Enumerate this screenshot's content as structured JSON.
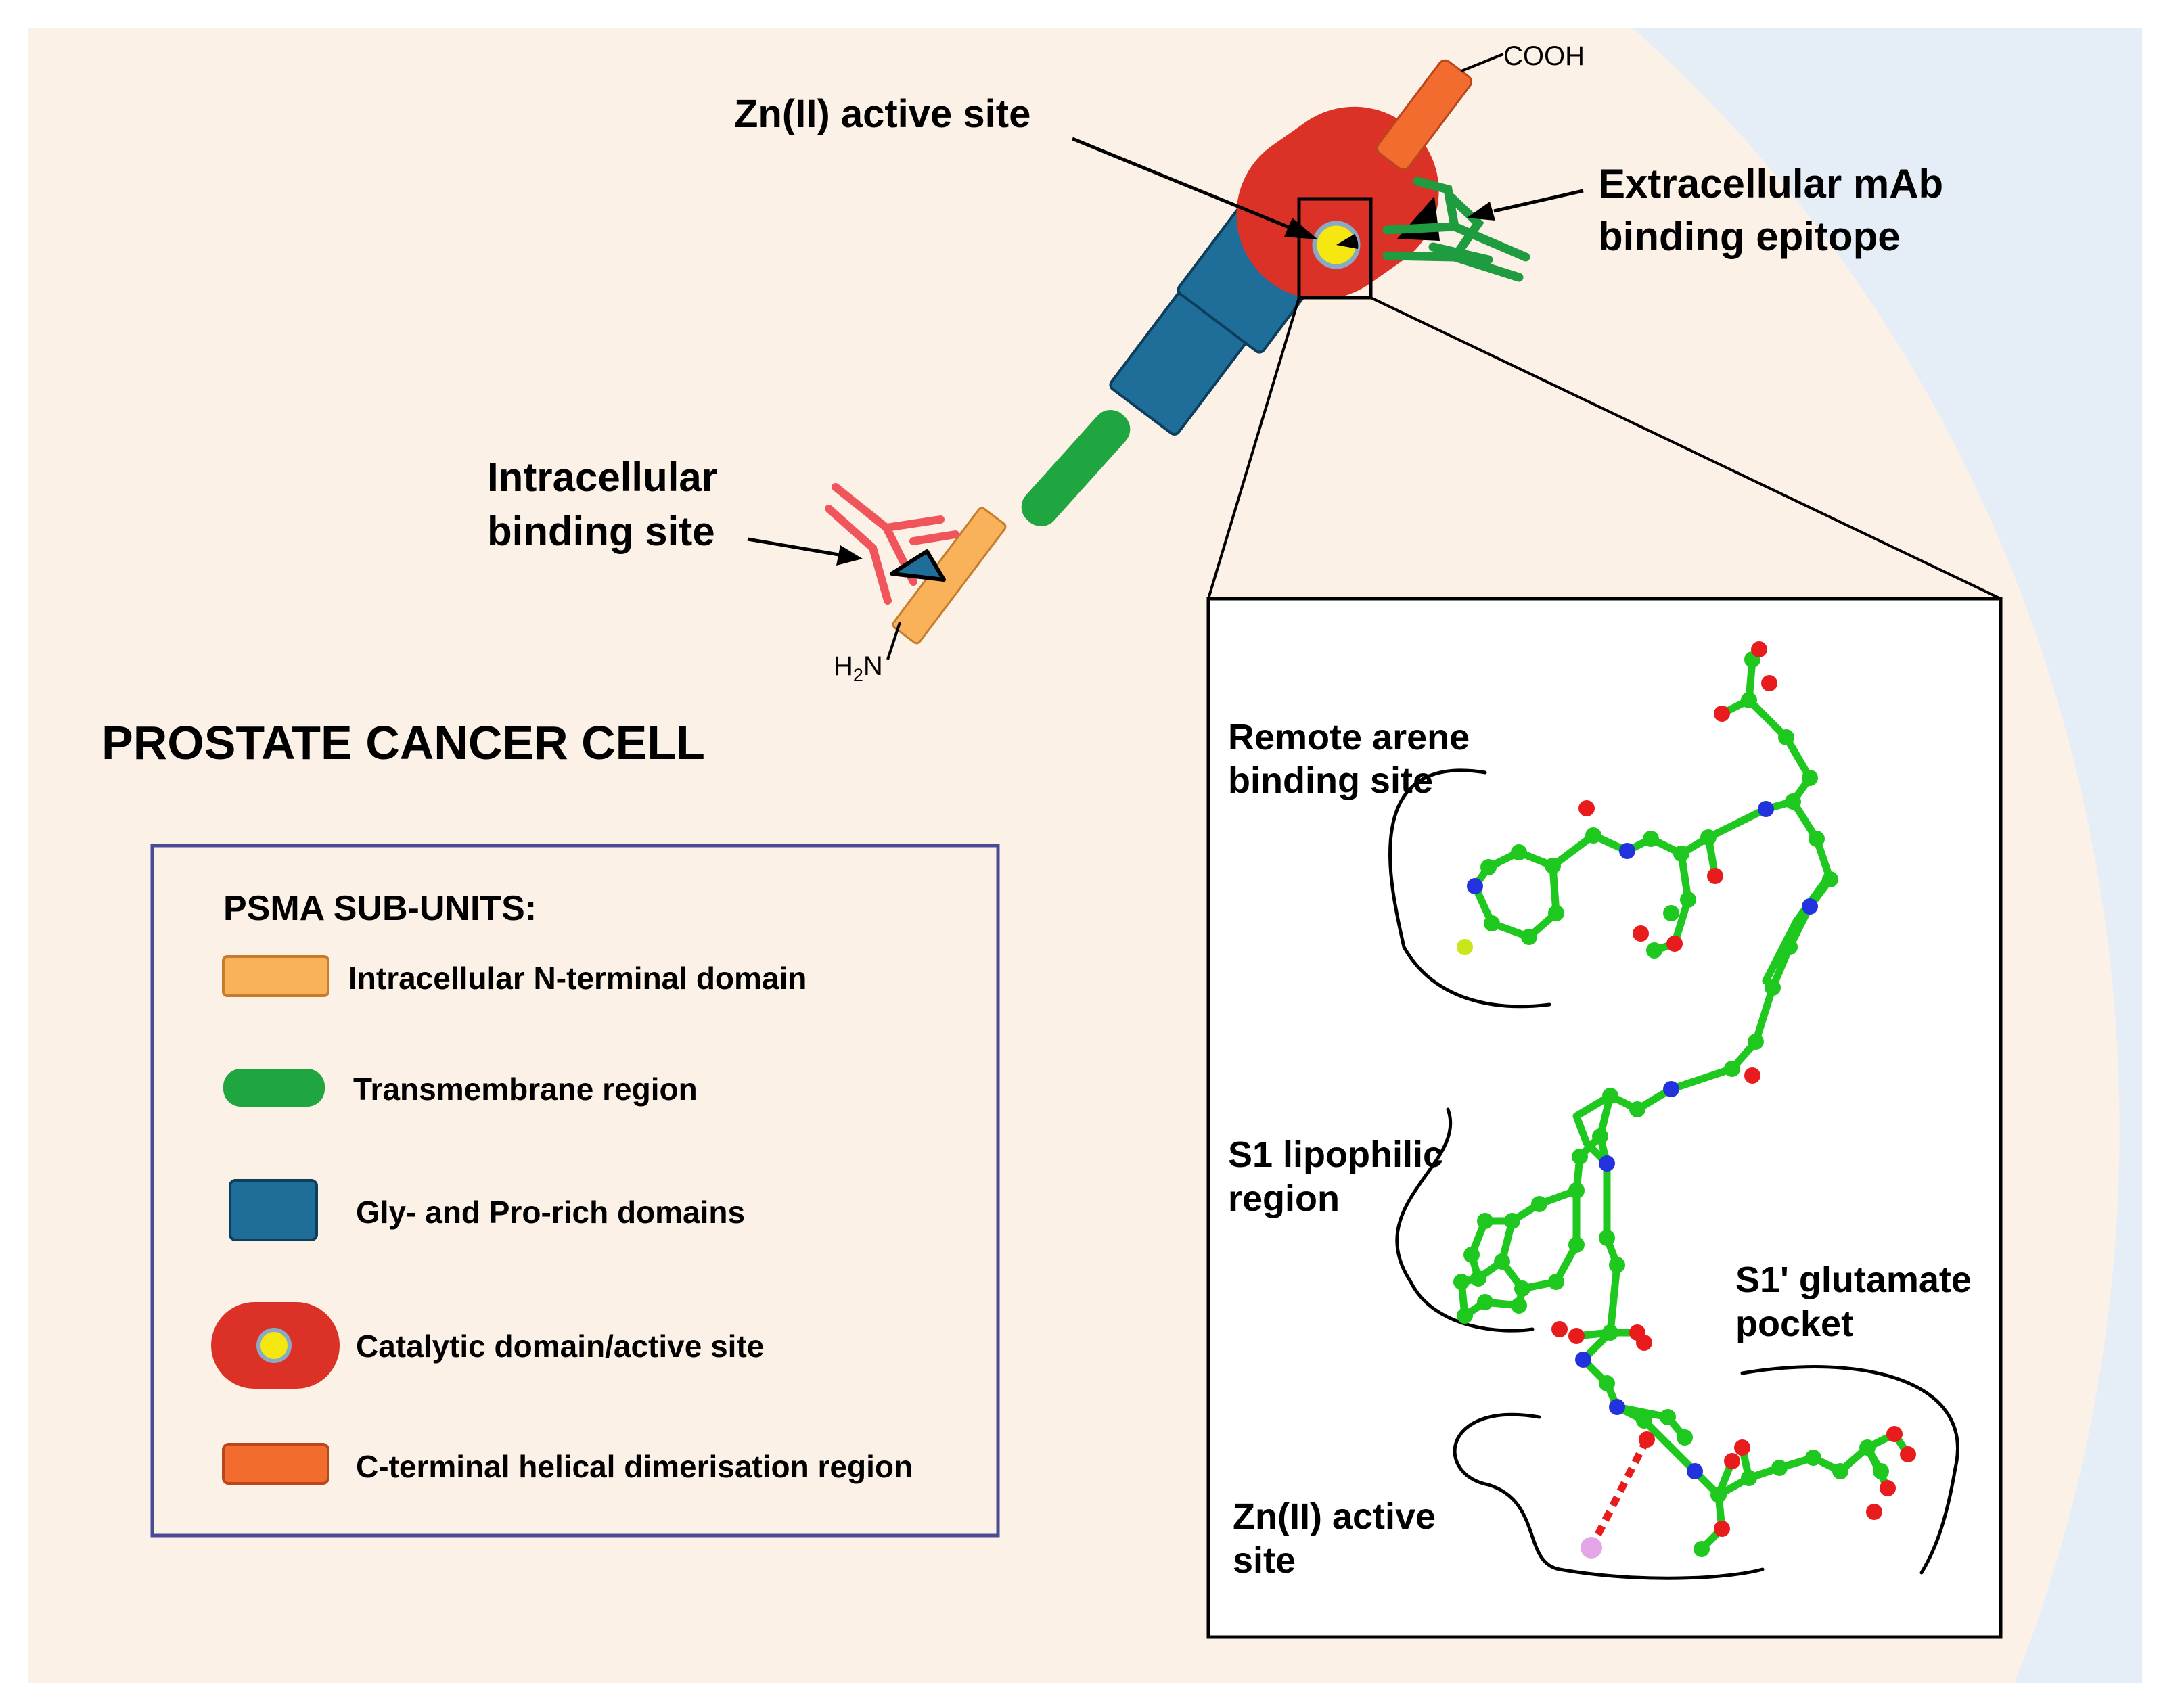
{
  "labels": {
    "zn_active_site": "Zn(II) active site",
    "cooh": "COOH",
    "extracellular_line1": "Extracellular mAb",
    "extracellular_line2": "binding epitope",
    "intracellular_line1": "Intracellular",
    "intracellular_line2": "binding site",
    "h2n_h": "H",
    "h2n_sub": "2",
    "h2n_n": "N",
    "cell_title": "PROSTATE CANCER CELL"
  },
  "legend": {
    "title": "PSMA  SUB-UNITS:",
    "items": [
      {
        "label": "Intracellular N-terminal domain",
        "color": "#f9b25a",
        "shape": "rect"
      },
      {
        "label": "Transmembrane region",
        "color": "#20a640",
        "shape": "rect"
      },
      {
        "label": "Gly- and Pro-rich domains",
        "color": "#1f6e9a",
        "shape": "rect"
      },
      {
        "label": "Catalytic domain/active site",
        "color": "#dc3127",
        "shape": "oval"
      },
      {
        "label": "C-terminal helical dimerisation region",
        "color": "#f26c2f",
        "shape": "rect"
      }
    ]
  },
  "inset": {
    "remote_line1": "Remote arene",
    "remote_line2": "binding site",
    "s1_line1": "S1 lipophilic",
    "s1_line2": "region",
    "s1p_line1": "S1' glutamate",
    "s1p_line2": "pocket",
    "zn_line1": "Zn(II) active",
    "zn_line2": "site"
  },
  "colors": {
    "extracellular_bg": "#e9f2fb",
    "cell_bg": "#fcf1e7",
    "lipid_head": "#7d8ea0",
    "lipid_tail": "#b4cad9",
    "legend_border": "#4b4a96",
    "molecule_carbon": "#1ec81e",
    "molecule_oxygen": "#e81c1c",
    "molecule_nitrogen": "#2233dd",
    "zinc_ion": "#e4a6e6",
    "antibody_green": "#1f9c40",
    "antibody_red": "#f0555c"
  }
}
